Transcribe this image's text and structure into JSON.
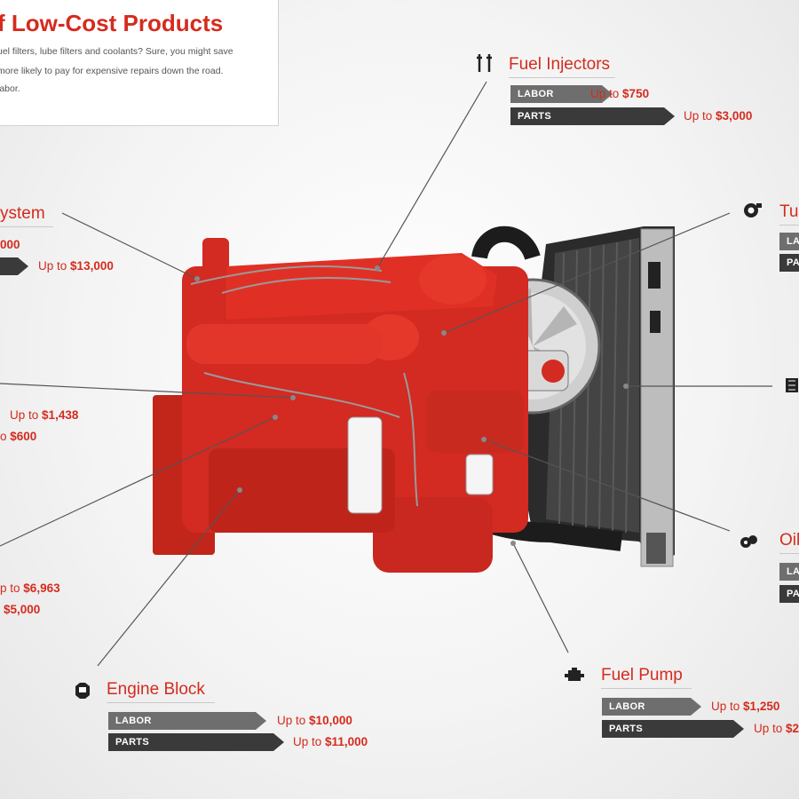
{
  "intro": {
    "title": "f Low-Cost Products",
    "lines": [
      "uel filters, lube filters and coolants? Sure, you might save",
      "more likely to pay for expensive repairs down the road.",
      "labor."
    ]
  },
  "callouts": {
    "fuel_injectors": {
      "title": "Fuel Injectors",
      "labor_label": "LABOR",
      "labor_up": "Up to",
      "labor_amount": "$750",
      "parts_label": "PARTS",
      "parts_up": "Up to",
      "parts_amount": "$3,000",
      "icon": "fuel-injector-icon"
    },
    "system": {
      "title": "ystem",
      "labor_amount": "000",
      "parts_up": "Up to",
      "parts_amount": "$13,000"
    },
    "turbo": {
      "title": "Tu",
      "labor_label": "LA",
      "parts_label": "PA",
      "icon": "turbo-icon"
    },
    "left_mid": {
      "labor_up": "Up to",
      "labor_amount": "$1,438",
      "parts_up": "o",
      "parts_amount": "$600"
    },
    "radiator": {
      "title": "",
      "icon": "radiator-icon"
    },
    "left_low": {
      "labor_up": "p to",
      "labor_amount": "$6,963",
      "parts_amount": "$5,000"
    },
    "oil": {
      "title": "Oil",
      "labor_label": "LA",
      "parts_label": "PA",
      "icon": "oil-pump-icon"
    },
    "engine_block": {
      "title": "Engine Block",
      "labor_label": "LABOR",
      "labor_up": "Up to",
      "labor_amount": "$10,000",
      "parts_label": "PARTS",
      "parts_up": "Up to",
      "parts_amount": "$11,000",
      "icon": "engine-block-icon"
    },
    "fuel_pump": {
      "title": "Fuel Pump",
      "labor_label": "LABOR",
      "labor_up": "Up to",
      "labor_amount": "$1,250",
      "parts_label": "PARTS",
      "parts_up": "Up to",
      "parts_amount": "$2",
      "icon": "fuel-pump-icon"
    }
  },
  "colors": {
    "accent": "#d52b1e",
    "labor_bar": "#6e6e6e",
    "parts_bar": "#3a3a3a",
    "engine": "#d32a22"
  }
}
